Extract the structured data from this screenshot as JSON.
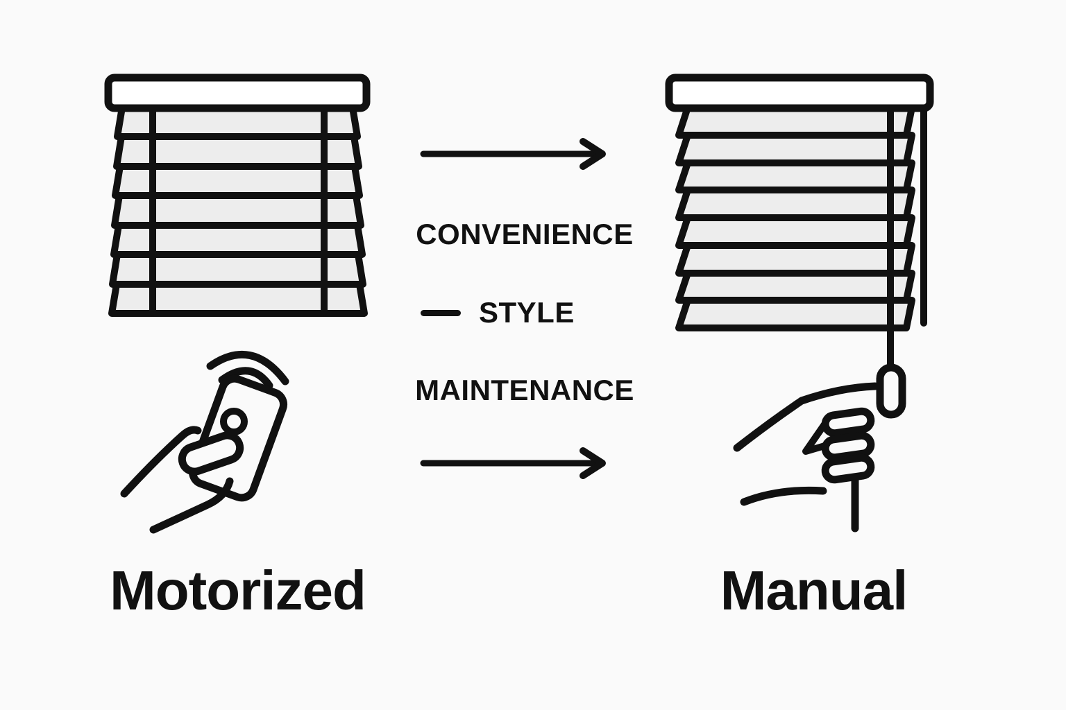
{
  "comparison": {
    "left": {
      "label": "Motorized"
    },
    "right": {
      "label": "Manual"
    },
    "factors": [
      "CONVENIENCE",
      "STYLE",
      "MAINTENANCE"
    ]
  },
  "icons": {
    "left_top": "window-blinds-icon",
    "left_bottom": "remote-control-hand-icon",
    "right_top": "window-blinds-cord-icon",
    "right_bottom": "hand-pulling-cord-icon",
    "middle": [
      "arrow-right-icon",
      "dash-icon",
      "arrow-right-icon"
    ]
  },
  "colors": {
    "background": "#fafafa",
    "ink": "#111111",
    "slat_fill": "#ededed",
    "headrail_fill": "#ffffff"
  }
}
